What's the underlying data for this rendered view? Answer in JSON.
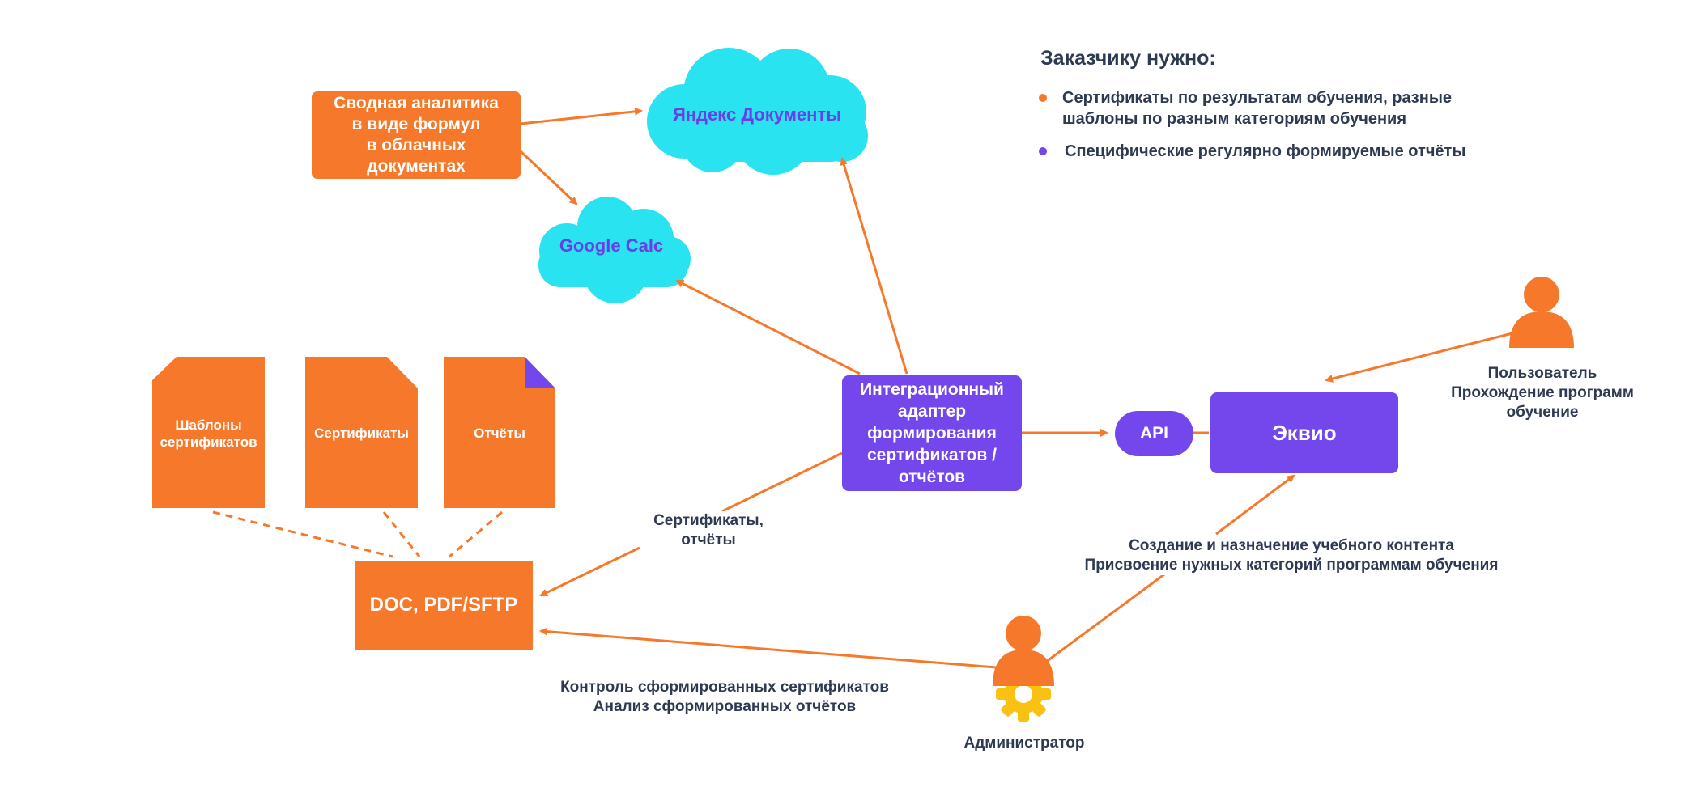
{
  "colors": {
    "orange": "#F6792B",
    "purple": "#7347EC",
    "cyan": "#2AE3F0",
    "yellow": "#F9C212",
    "text": "#2E3A52"
  },
  "requirements": {
    "title": "Заказчику нужно:",
    "items": [
      {
        "text": "Сертификаты по результатам обучения, разные\nшаблоны по разным категориям обучения",
        "color": "orange"
      },
      {
        "text": "Специфические регулярно формируемые отчёты",
        "color": "purple"
      }
    ]
  },
  "nodes": {
    "analytics": "Сводная аналитика\nв виде формул\nв облачных\nдокументах",
    "yandex_docs": "Яндекс Документы",
    "google_calc": "Google Calc",
    "adapter": "Интеграционный\nадаптер\nформирования\nсертификатов /\nотчётов",
    "api": "API",
    "ekvio": "Эквио",
    "storage": "DOC, PDF/SFTP",
    "doc_templates": "Шаблоны\nсертификатов",
    "doc_certificates": "Сертификаты",
    "doc_reports": "Отчёты"
  },
  "labels": {
    "certs_reports": "Сертификаты,\nотчёты",
    "content": "Создание и назначение учебного контента\nПрисвоение нужных категорий программам обучения",
    "control": "Контроль сформированных сертификатов\nАнализ сформированных отчётов",
    "admin": "Администратор",
    "user": "Пользователь\nПрохождение программ\nобучение"
  }
}
